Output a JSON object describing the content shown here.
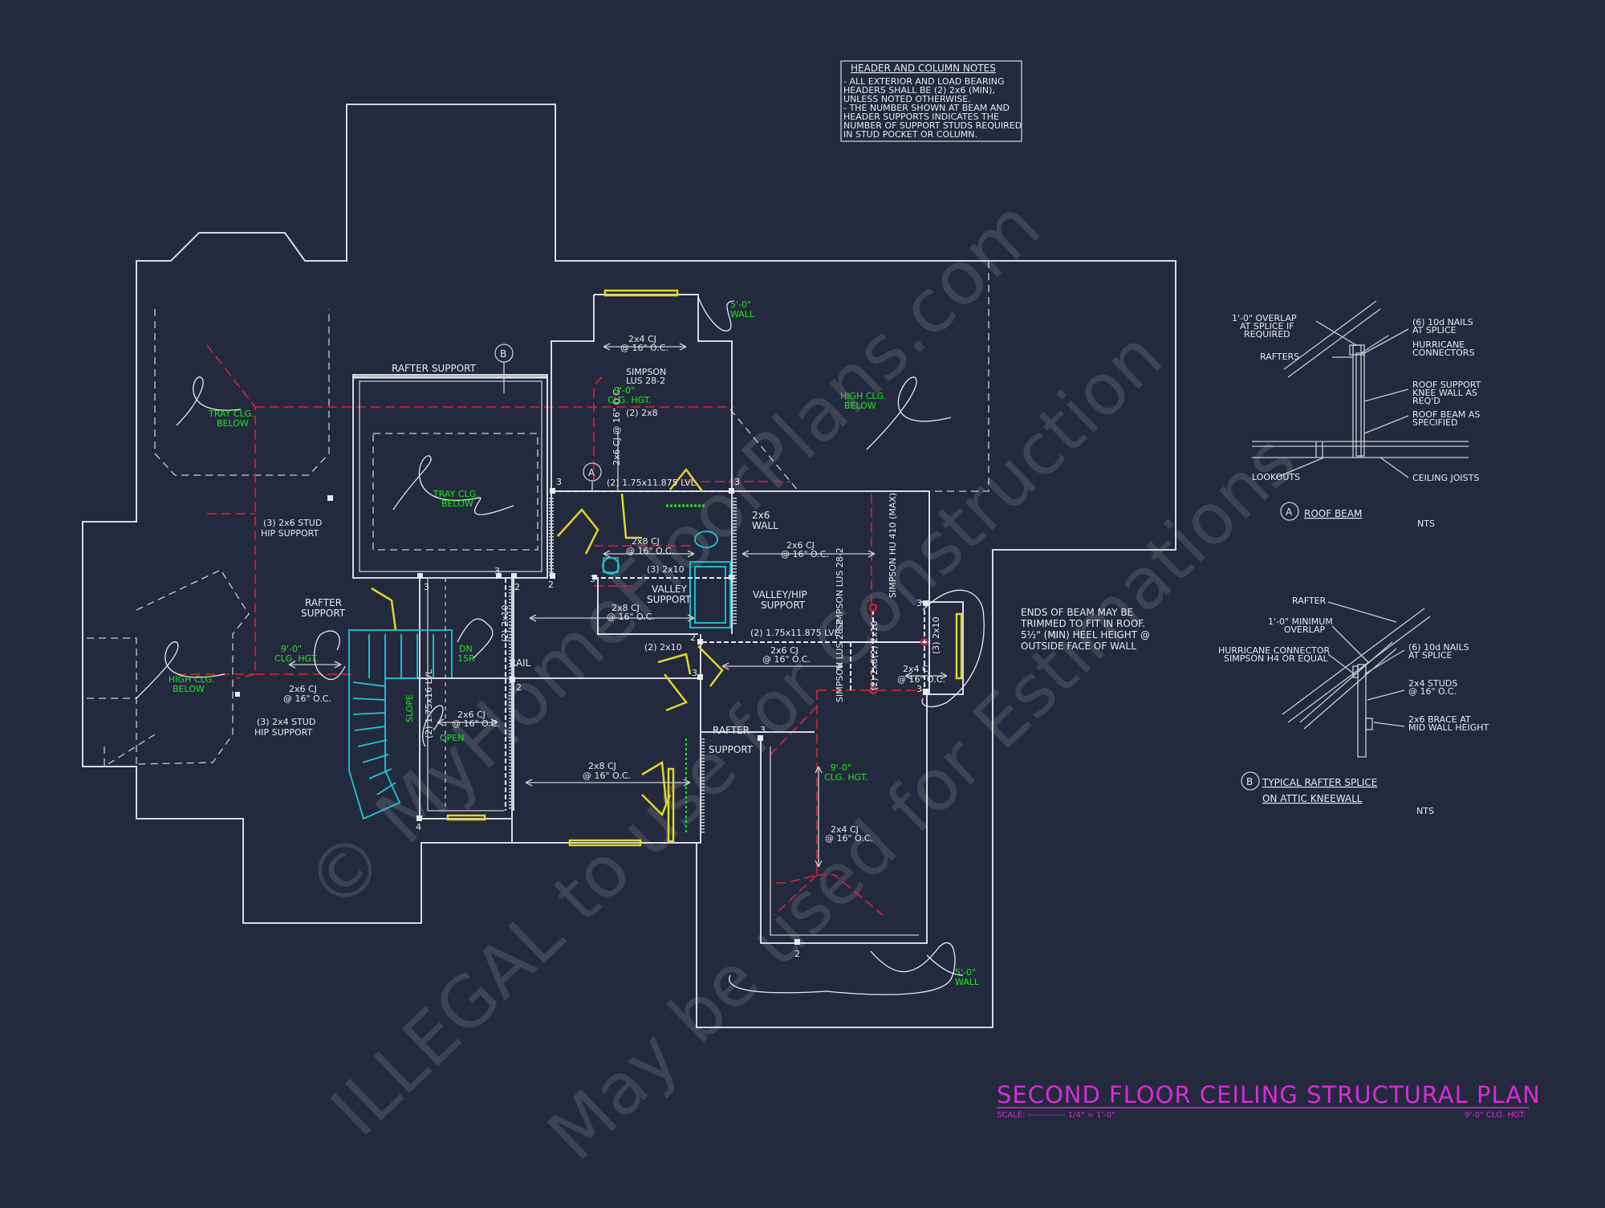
{
  "title": "SECOND FLOOR CEILING STRUCTURAL PLAN",
  "scale_label": "SCALE: ------------- 1/4\" = 1'-0\"",
  "ceiling_height_note": "9'-0\" CLG. HGT.",
  "watermark": {
    "line1": "© MyHomeFloorPlans.com",
    "line2": "ILLEGAL to use for Construction",
    "line3": "May be used for Estimations"
  },
  "header_notes": {
    "title": "HEADER AND COLUMN NOTES",
    "lines": [
      "- ALL EXTERIOR AND LOAD BEARING",
      "HEADERS SHALL BE (2) 2x6 (MIN),",
      "UNLESS NOTED OTHERWISE.",
      "- THE NUMBER SHOWN AT BEAM AND",
      "HEADER SUPPORTS INDICATES THE",
      "NUMBER OF SUPPORT STUDS REQUIRED",
      "IN STUD POCKET OR COLUMN."
    ]
  },
  "beam_note": [
    "ENDS OF BEAM MAY BE",
    "TRIMMED TO FIT IN ROOF.",
    "5½\" (MIN) HEEL HEIGHT @",
    "OUTSIDE FACE OF WALL"
  ],
  "plan_labels": {
    "rafter_support_top": "RAFTER SUPPORT",
    "rafter_support_left": [
      "RAFTER",
      "SUPPORT"
    ],
    "rafter_support_mid": [
      "RAFTER",
      "SUPPORT"
    ],
    "tray_left": [
      "TRAY CLG.",
      "BELOW"
    ],
    "tray_center": [
      "TRAY CLG.",
      "BELOW"
    ],
    "high_right": [
      "HIGH CLG.",
      "BELOW"
    ],
    "high_left": [
      "HIGH CLG.",
      "BELOW"
    ],
    "wall_5_top": [
      "5'-0\"",
      "WALL"
    ],
    "wall_5_bottom": [
      "5'-0\"",
      "WALL"
    ],
    "clg_9_top": [
      "9'-0\"",
      "CLG. HGT."
    ],
    "clg_9_left": [
      "9'-0\"",
      "CLG. HGT."
    ],
    "clg_9_right": [
      "9'-0\"",
      "CLG. HGT."
    ],
    "hip_2x6": [
      "(3) 2x6 STUD",
      "HIP SUPPORT"
    ],
    "hip_2x4": [
      "(3) 2x4 STUD",
      "HIP SUPPORT"
    ],
    "cj_2x4_top": [
      "2x4 CJ",
      "@ 16\" O.C."
    ],
    "simpson_lus_top": [
      "SIMPSON",
      "LUS 28-2"
    ],
    "two_2x8": "(2) 2x8",
    "cj_2x6_vert": "2x6 CJ @ 16\" O.C.",
    "lvl_top": "(2) 1.75x11.875 LVL",
    "wall_2x6": [
      "2x6",
      "WALL"
    ],
    "cj_2x8_center": [
      "2x8 CJ",
      "@ 16\" O.C."
    ],
    "cj_2x6_right": [
      "2x6 CJ",
      "@ 16\" O.C."
    ],
    "two_2x10_a": "(3) 2x10",
    "valley_support": [
      "VALLEY",
      "SUPPORT"
    ],
    "cj_2x8_small": [
      "2x8 CJ",
      "@ 16\" O.C."
    ],
    "valley_hip": [
      "VALLEY/HIP",
      "SUPPORT"
    ],
    "lvl_mid": "(2) 1.75x11.875 LVL",
    "two_2x10_b": "(2) 2x10",
    "cj_2x6_mid": [
      "2x6 CJ",
      "@ 16\" O.C."
    ],
    "simpson_v1": "SIMPSON LUS 28-2",
    "simpson_v2": "SIMPSON LUS 28-2",
    "simpson_hu": "SIMPSON HU 410 (MAX)",
    "cj_2x4_right": [
      "2x4 CJ",
      "@ 16\" O.C."
    ],
    "two_2x10_vert": "(2) 2x10",
    "three_2x10_vert": "(3) 2x10",
    "two_2x8_vert": "(2) 2x8",
    "on_5r": [
      "DN",
      "15R"
    ],
    "rail": "RAIL",
    "lvl_vert": "(2) 1.75x16 LVL",
    "slope": "SLOPE",
    "open": "OPEN",
    "cj_2x6_left": [
      "2x6 CJ",
      "@ 16\" O.C."
    ],
    "cj_2x6_stair": [
      "2x6 CJ",
      "@ 16\" O.C."
    ],
    "cj_2x8_lower": [
      "2x8 CJ",
      "@ 16\" O.C."
    ],
    "cj_2x4_lower": [
      "2x4 CJ",
      "@ 16\" O.C."
    ],
    "mark_a": "A",
    "mark_b": "B"
  },
  "stud_counts": [
    "3",
    "3",
    "3",
    "2",
    "2",
    "2",
    "3",
    "3",
    "2",
    "3",
    "3",
    "3",
    "2",
    "4",
    "3",
    "2"
  ],
  "detail_a": {
    "title": "ROOF BEAM",
    "mark": "A",
    "nts": "NTS",
    "labels": {
      "overlap": [
        "1'-0\" OVERLAP",
        "AT SPLICE IF",
        "REQUIRED"
      ],
      "rafters": "RAFTERS",
      "nails": [
        "(6) 10d NAILS",
        "AT SPLICE"
      ],
      "hurricane": [
        "HURRICANE",
        "CONNECTORS"
      ],
      "knee": [
        "ROOF SUPPORT",
        "KNEE WALL AS",
        "REQ'D"
      ],
      "beam": [
        "ROOF BEAM AS",
        "SPECIFIED"
      ],
      "lookouts": "LOOKOUTS",
      "ceiling_joists": "CEILING JOISTS"
    }
  },
  "detail_b": {
    "title_line1": "TYPICAL RAFTER SPLICE",
    "title_line2": "ON ATTIC KNEEWALL",
    "mark": "B",
    "nts": "NTS",
    "labels": {
      "rafter": "RAFTER",
      "min_overlap": [
        "1'-0\" MINIMUM",
        "OVERLAP"
      ],
      "hurricane": [
        "HURRICANE CONNECTOR",
        "SIMPSON H4 OR EQUAL"
      ],
      "nails": [
        "(6) 10d NAILS",
        "AT SPLICE"
      ],
      "studs": [
        "2x4 STUDS",
        "@ 16\" O.C."
      ],
      "brace": [
        "2x6 BRACE AT",
        "MID WALL HEIGHT"
      ]
    }
  },
  "colors": {
    "background": "#242a3d",
    "lines": "#d6d9e0",
    "beam_lines": "#d8243a",
    "green_text": "#1ee81e",
    "header_yellow": "#e1d52b",
    "stair_cyan": "#1ec8d8",
    "title_magenta": "#d92ad9"
  }
}
